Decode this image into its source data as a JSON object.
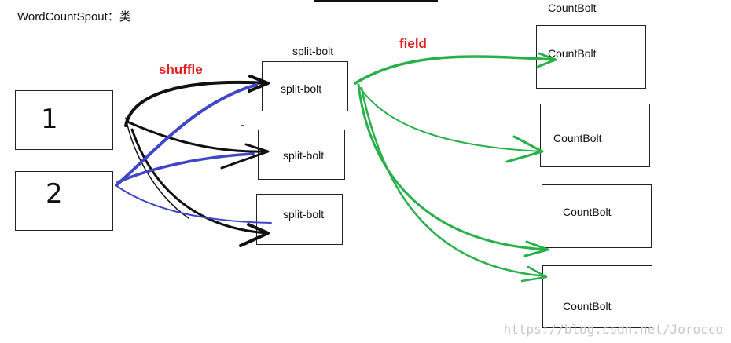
{
  "title": "WordCountSpout：类",
  "labels": {
    "shuffle": "shuffle",
    "field": "field",
    "split_header": "split-bolt",
    "count_header": "CountBolt",
    "dash": "-"
  },
  "spouts": [
    {
      "label": "1"
    },
    {
      "label": "2"
    }
  ],
  "split_bolts": [
    {
      "label": "split-bolt"
    },
    {
      "label": "split-bolt"
    },
    {
      "label": "split-bolt"
    }
  ],
  "count_bolts": [
    {
      "label": "CountBolt"
    },
    {
      "label": "CountBolt"
    },
    {
      "label": "CountBolt"
    },
    {
      "label": "CountBolt"
    }
  ],
  "watermark": "https://blog.csdn.net/Jorocco",
  "colors": {
    "shuffle_label": "#e0201e",
    "field_label": "#e0201e",
    "black_stroke": "#111111",
    "blue_stroke": "#3f46c8",
    "green_stroke": "#2ab04a"
  }
}
